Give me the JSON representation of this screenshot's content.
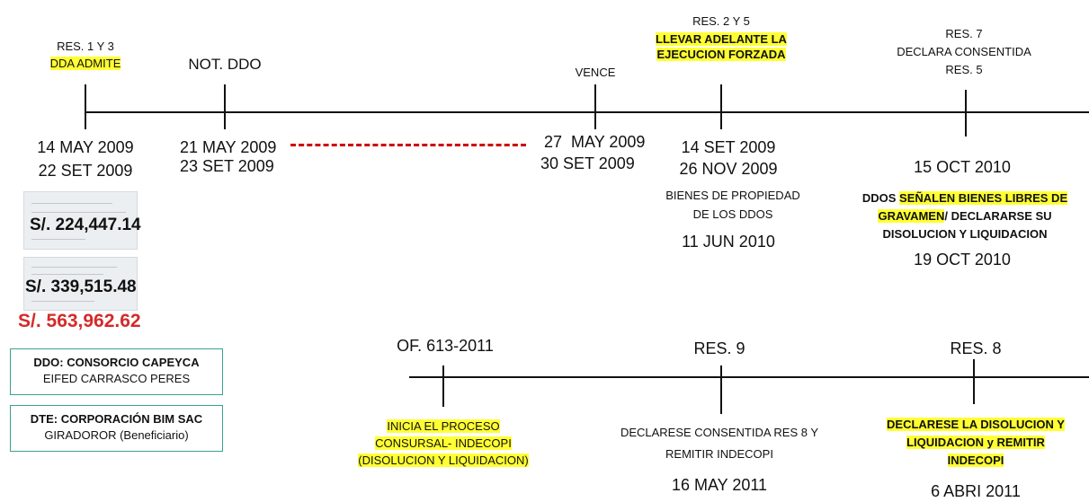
{
  "top_timeline": {
    "events": [
      {
        "label_top": "RES. 1 Y 3",
        "label_hl": "DDA ADMITE",
        "dates": [
          "14 MAY 2009",
          "22 SET 2009"
        ]
      },
      {
        "label_top": "NOT. DDO",
        "dates": [
          "21 MAY 2009",
          "23 SET 2009"
        ]
      },
      {
        "label_top": "VENCE",
        "dates": [
          "27  MAY 2009",
          "30 SET 2009"
        ]
      },
      {
        "label_top": "RES. 2 Y 5",
        "label_hl": [
          "LLEVAR ADELANTE LA",
          "EJECUCION FORZADA"
        ],
        "dates": [
          "14 SET 2009",
          "26 NOV 2009"
        ],
        "note": [
          "BIENES DE PROPIEDAD",
          "DE LOS DDOS"
        ],
        "note_date": "11 JUN 2010"
      },
      {
        "label_top": [
          "RES. 7",
          "DECLARA CONSENTIDA",
          "RES. 5"
        ],
        "dates": [
          "15 OCT 2010"
        ],
        "note_prefix": "DDOS ",
        "note_hl_1": "SEÑALEN BIENES LIBRES DE",
        "note_hl_2": "GRAVAMEN",
        "note_rest_2": "/ DECLARARSE SU",
        "note_3": "DISOLUCION Y LIQUIDACION",
        "note_date": "19 OCT 2010"
      }
    ]
  },
  "amounts": {
    "cheque_1": "S/. 224,447.14",
    "cheque_2": "S/. 339,515.48",
    "total": "S/. 563,962.62",
    "total_color": "#d42a2a"
  },
  "parties": {
    "ddo_title": "DDO: CONSORCIO CAPEYCA",
    "ddo_sub": "EIFED CARRASCO PERES",
    "dte_title": "DTE: CORPORACIÓN BIM SAC",
    "dte_sub": "GIRADOROR (Beneficiario)"
  },
  "bottom_timeline": {
    "events": [
      {
        "label_top": "OF. 613-2011",
        "label_hl": [
          "INICIA EL PROCESO",
          "CONSURSAL- INDECOPI",
          "(DISOLUCION Y LIQUIDACION)"
        ]
      },
      {
        "label_top": "RES. 9",
        "label_bottom": [
          "DECLARESE CONSENTIDA RES 8 Y",
          "REMITIR INDECOPI"
        ],
        "date": "16 MAY 2011"
      },
      {
        "label_top": "RES. 8",
        "label_hl": [
          "DECLARESE LA DISOLUCION Y",
          "LIQUIDACION y REMITIR",
          "INDECOPI"
        ],
        "date": "6 ABRI 2011"
      }
    ]
  },
  "colors": {
    "highlight": "#ffff33",
    "dash": "#cc0000",
    "box_border": "#3aa18f"
  }
}
